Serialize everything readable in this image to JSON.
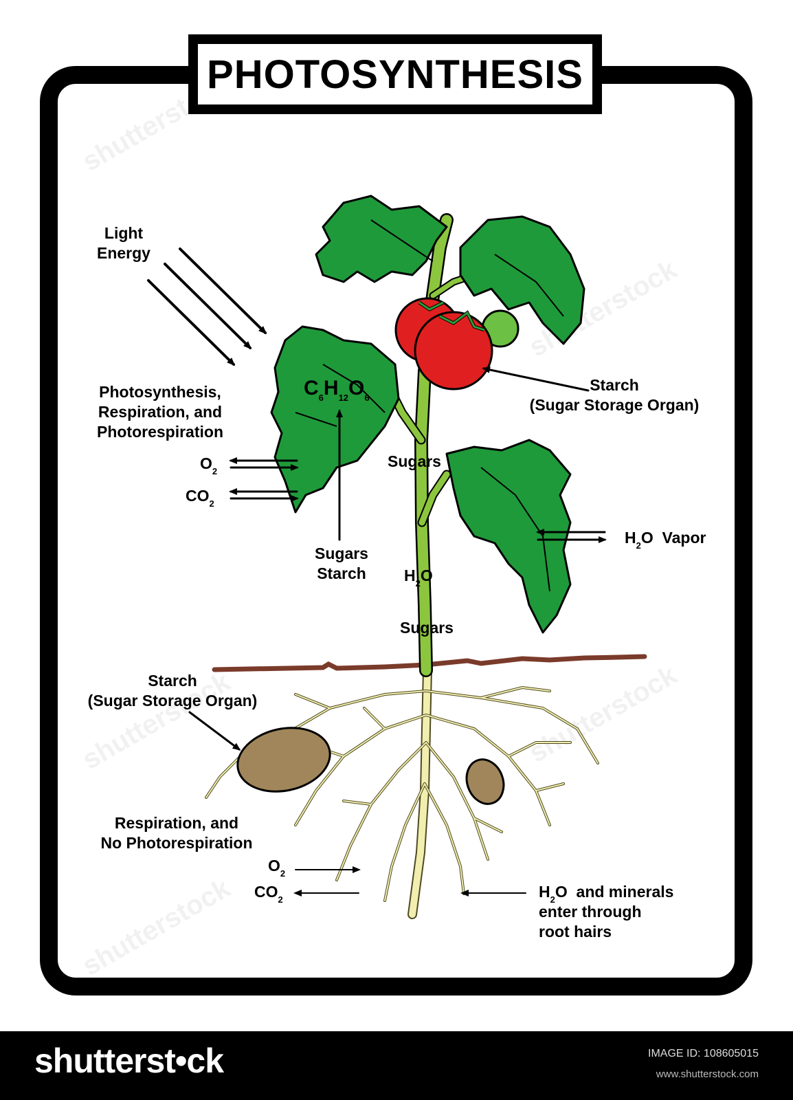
{
  "title": "PHOTOSYNTHESIS",
  "labels": {
    "light_energy": [
      "Light",
      "Energy"
    ],
    "leaf_processes": [
      "Photosynthesis,",
      "Respiration, and",
      "Photorespiration"
    ],
    "o2": "O",
    "o2_sub": "2",
    "co2": "CO",
    "co2_sub": "2",
    "formula": {
      "c": "C",
      "c_sub": "6",
      "h": "H",
      "h_sub": "12",
      "o": "O",
      "o_sub": "6"
    },
    "leaf_sugars": "Sugars",
    "leaf_starch": "Starch",
    "stem_sugars_top": "Sugars",
    "stem_water": "H",
    "stem_water_sub": "2",
    "stem_water_o": "O",
    "stem_sugars_bottom": "Sugars",
    "fruit_starch": [
      "Starch",
      "(Sugar Storage Organ)"
    ],
    "vapor_h": "H",
    "vapor_sub": "2",
    "vapor_rest": "O  Vapor",
    "tuber_starch": [
      "Starch",
      "(Sugar Storage Organ)"
    ],
    "root_processes": [
      "Respiration, and",
      "No Photorespiration"
    ],
    "root_o2": "O",
    "root_o2_sub": "2",
    "root_co2": "CO",
    "root_co2_sub": "2",
    "root_hairs": [
      "H",
      "2",
      "O  and minerals",
      "enter through",
      "root hairs"
    ]
  },
  "watermark": {
    "text": "shutterstock",
    "brand": "shutterst•ck",
    "image_id": "IMAGE ID: 108605015",
    "url": "www.shutterstock.com"
  },
  "colors": {
    "leaf": "#1f9a3a",
    "stem": "#8cc63f",
    "tomato": "#e02020",
    "root": "#f2eeb0",
    "tuber": "#a0865a",
    "soil": "#7a3b2a"
  }
}
